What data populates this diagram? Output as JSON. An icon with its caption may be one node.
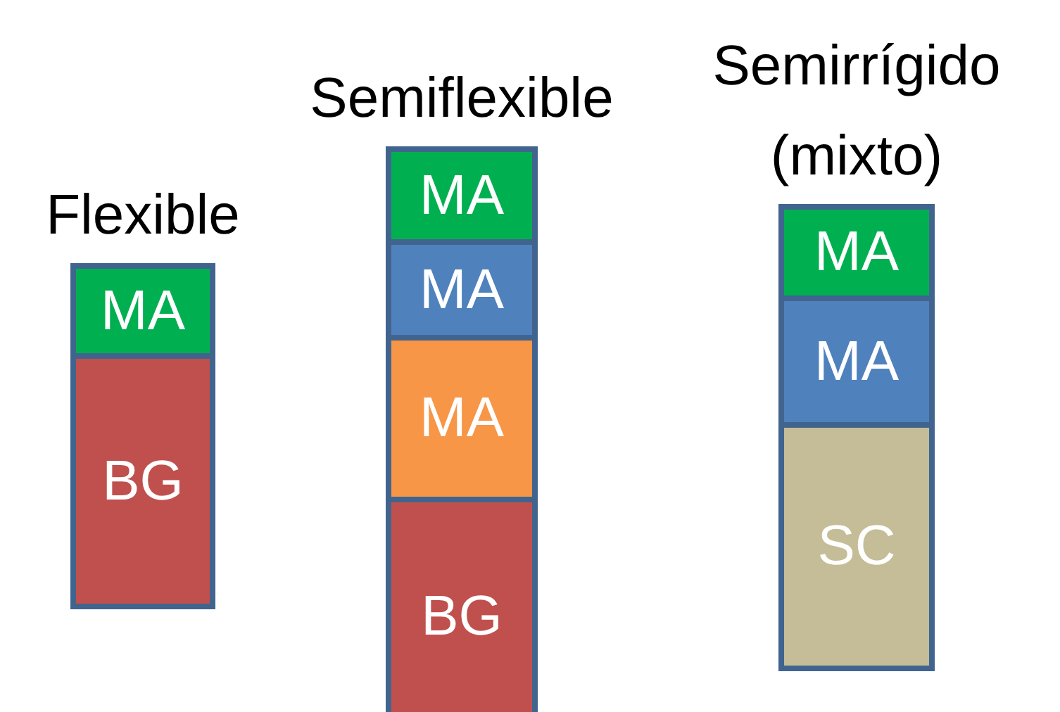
{
  "diagram": {
    "nodes": [
      {
        "text": [
          "Flexible"
        ]
      },
      {
        "text": [
          "MA"
        ],
        "in": 0
      },
      {
        "text": [
          "BG"
        ],
        "in": 0
      },
      {
        "text": [
          "Semiflexible"
        ]
      },
      {
        "text": [
          "MA"
        ],
        "in": 3
      },
      {
        "text": [
          "MA"
        ],
        "in": 3
      },
      {
        "text": [
          "MA"
        ],
        "in": 3
      },
      {
        "text": [
          "BG"
        ],
        "in": 3
      },
      {
        "text": [
          "Semirrígido (mixto)"
        ]
      },
      {
        "text": [
          "MA"
        ],
        "in": 8
      },
      {
        "text": [
          "MA"
        ],
        "in": 8
      },
      {
        "text": [
          "SC"
        ],
        "in": 8
      }
    ],
    "edges": []
  }
}
